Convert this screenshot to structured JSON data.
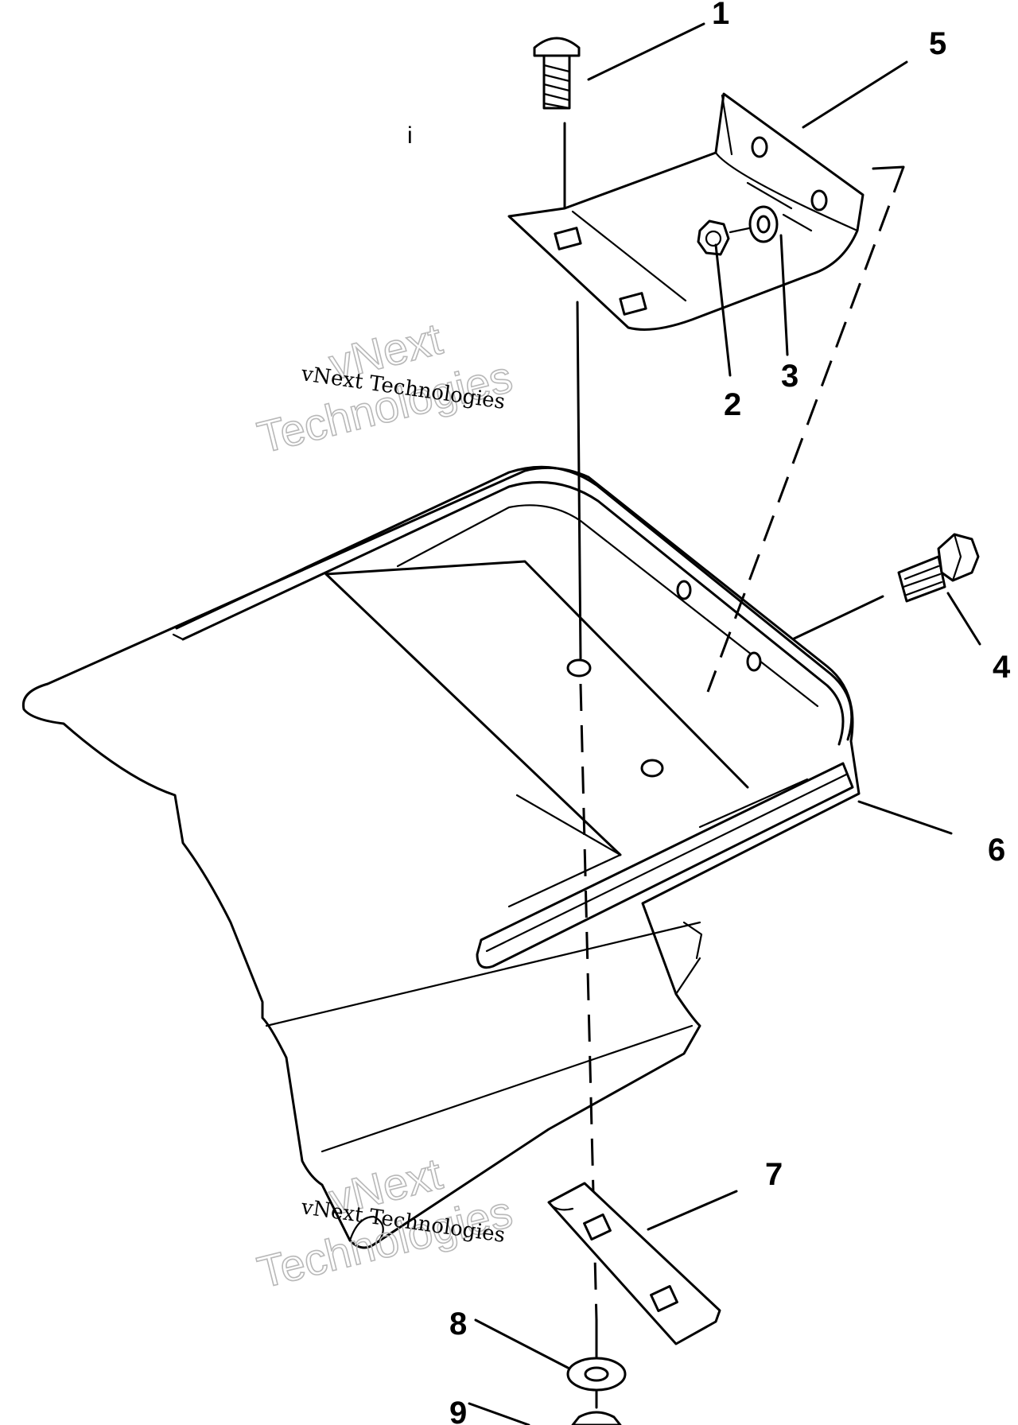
{
  "callouts": [
    {
      "id": "1",
      "text": "1"
    },
    {
      "id": "2",
      "text": "2"
    },
    {
      "id": "3",
      "text": "3"
    },
    {
      "id": "4",
      "text": "4"
    },
    {
      "id": "5",
      "text": "5"
    },
    {
      "id": "6",
      "text": "6"
    },
    {
      "id": "7",
      "text": "7"
    },
    {
      "id": "8",
      "text": "8"
    },
    {
      "id": "9",
      "text": "9"
    }
  ],
  "stray_mark": "i",
  "watermark": {
    "serif_text": "vNext Technologies",
    "outline_line1": "vNext",
    "outline_line2": "Technologies"
  }
}
